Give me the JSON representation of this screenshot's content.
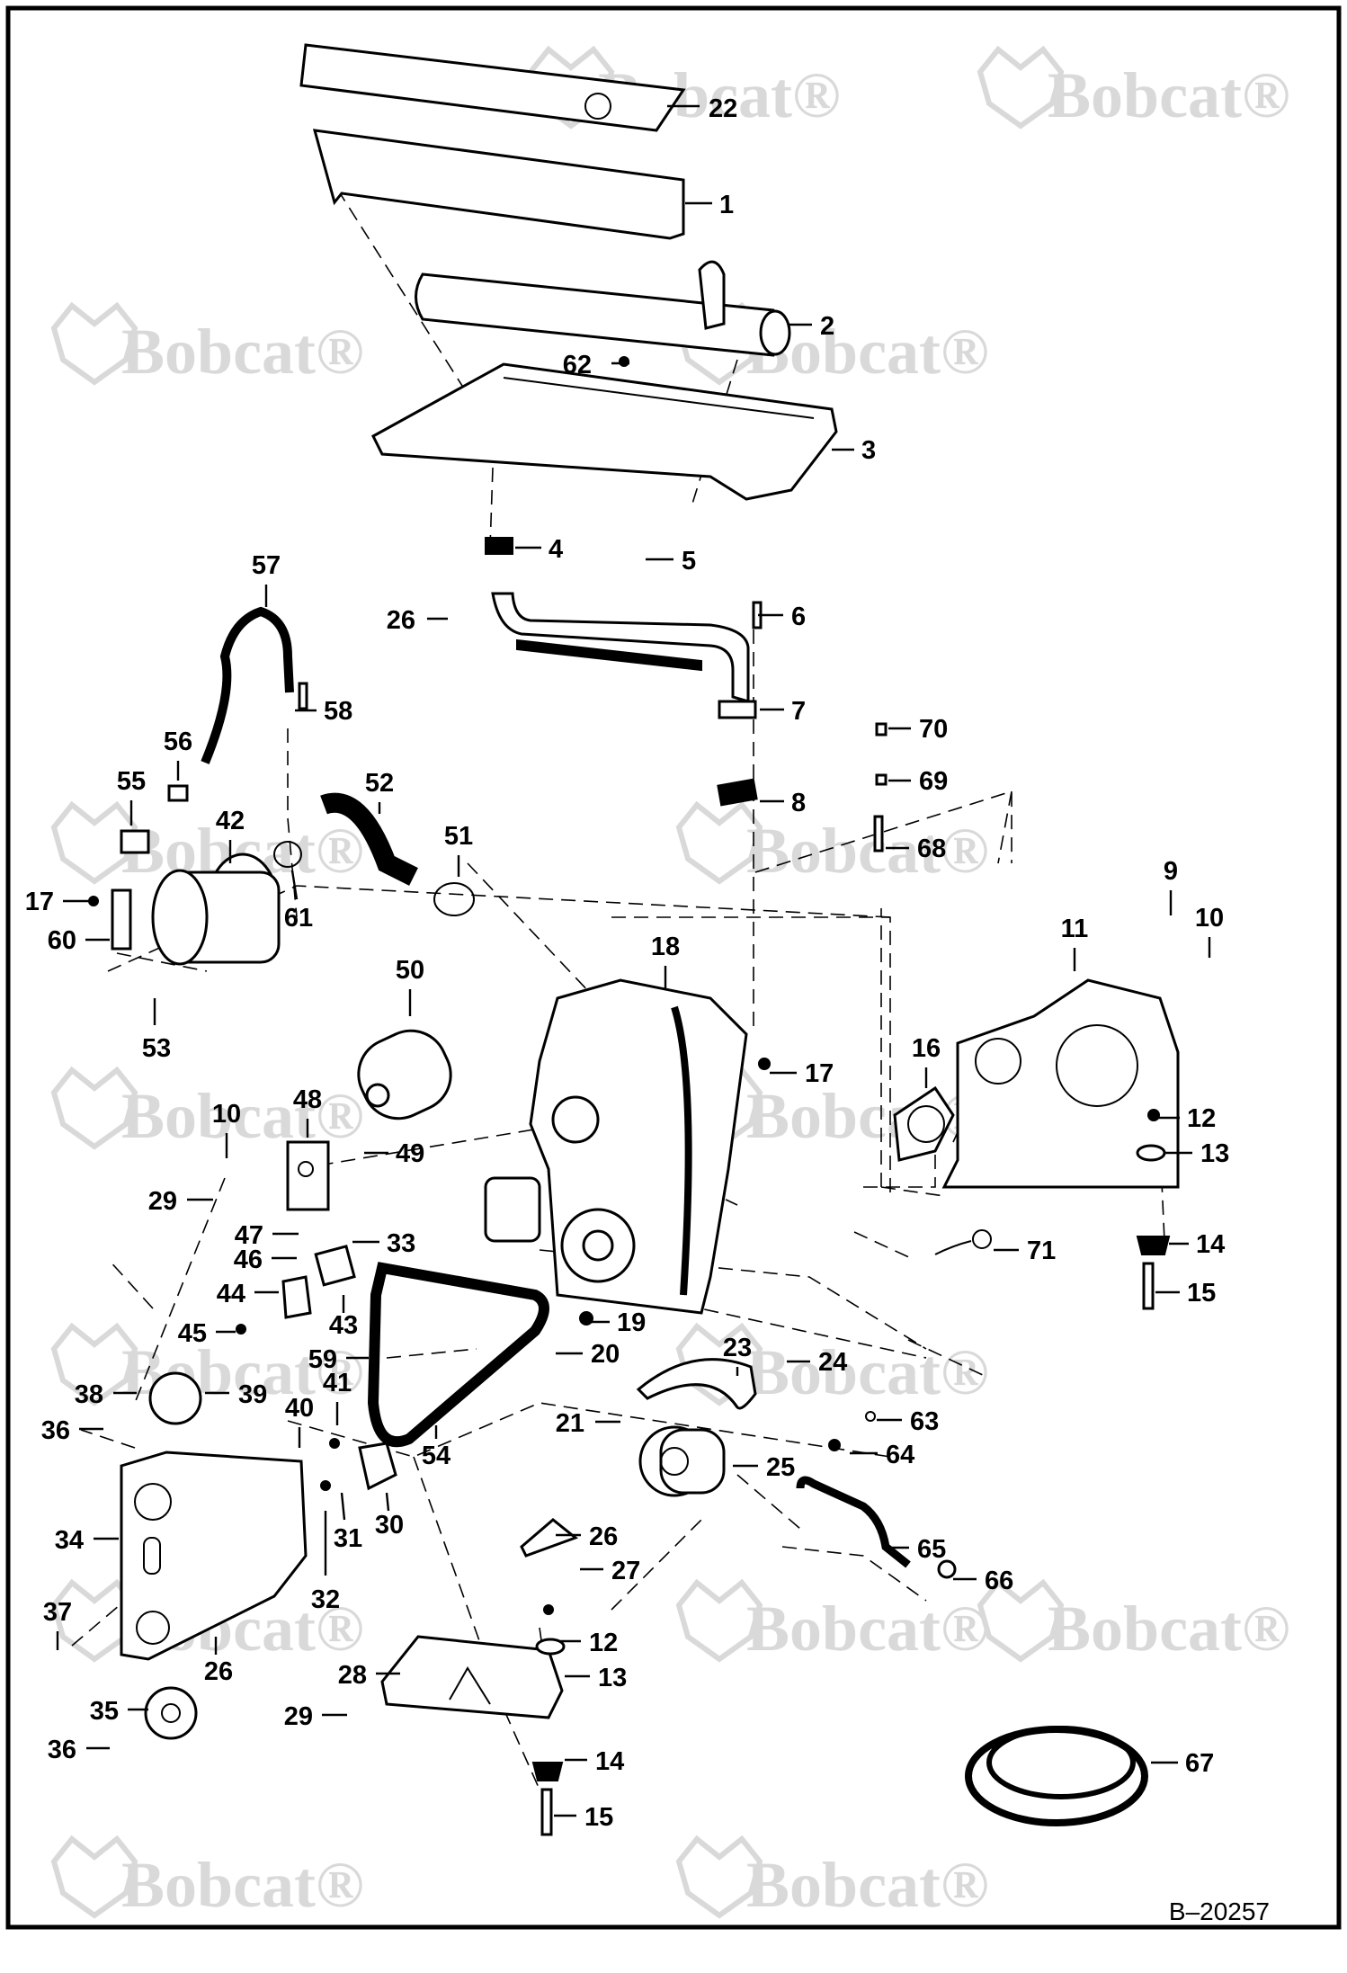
{
  "watermark": {
    "text": "Bobcat",
    "registered_mark": "®"
  },
  "drawing_number": "B–20257",
  "callouts": [
    "1",
    "2",
    "3",
    "4",
    "5",
    "6",
    "7",
    "8",
    "9",
    "10",
    "11",
    "12",
    "13",
    "14",
    "15",
    "16",
    "17",
    "18",
    "19",
    "20",
    "21",
    "22",
    "23",
    "24",
    "25",
    "26",
    "27",
    "28",
    "29",
    "30",
    "31",
    "32",
    "33",
    "34",
    "35",
    "36",
    "37",
    "38",
    "39",
    "40",
    "41",
    "42",
    "43",
    "44",
    "45",
    "46",
    "47",
    "48",
    "49",
    "50",
    "51",
    "52",
    "53",
    "54",
    "55",
    "56",
    "57",
    "58",
    "59",
    "60",
    "61",
    "62",
    "63",
    "64",
    "65",
    "66",
    "67",
    "68",
    "69",
    "70",
    "71"
  ]
}
